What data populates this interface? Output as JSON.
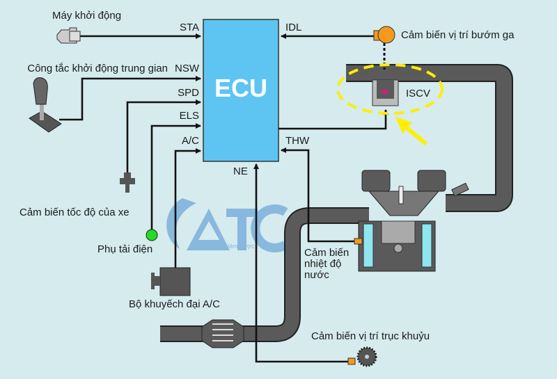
{
  "ecu": {
    "label": "ECU",
    "color": "#5ec5f2"
  },
  "signals": {
    "sta": "STA",
    "nsw": "NSW",
    "spd": "SPD",
    "els": "ELS",
    "ac": "A/C",
    "ne": "NE",
    "idl": "IDL",
    "thw": "THW"
  },
  "components": {
    "starter": "Máy khởi động",
    "neutral_switch": "Công tắc khởi động trung gian",
    "speed_sensor": "Cảm biến tốc độ của xe",
    "electric_load": "Phụ tải điện",
    "ac_amplifier": "Bộ khuyếch đại A/C",
    "throttle_sensor": "Cảm biến vị trí bướm ga",
    "iscv": "ISCV",
    "water_temp_sensor": [
      "Cảm biến",
      "nhiệt độ",
      "nước"
    ],
    "crank_sensor": "Cảm biến vị trí trục khuỷu"
  },
  "watermark": {
    "logo": "ATC",
    "slogan": "Học để làm được"
  },
  "colors": {
    "background": "#d5ebee",
    "highlight": "#ffee00",
    "pipe": "#5a5a5a",
    "coolant": "#8fe6f0",
    "sensor": "#f39a1e",
    "electric_load": "#22dd22"
  }
}
